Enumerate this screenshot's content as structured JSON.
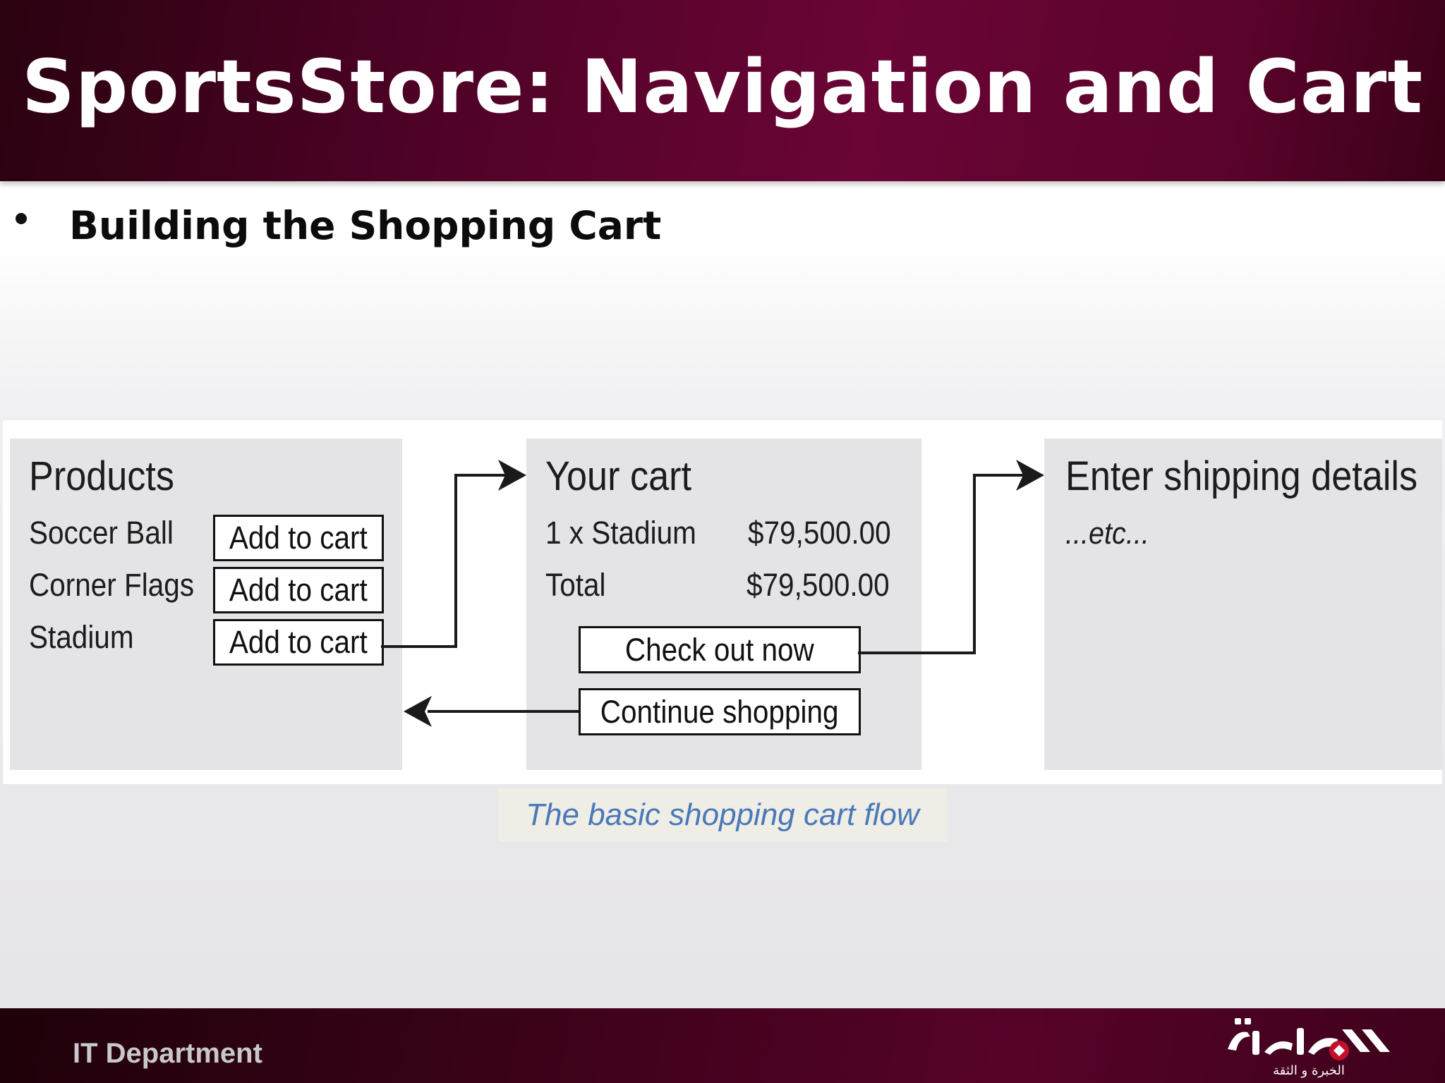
{
  "slide": {
    "title": "SportsStore: Navigation and Cart",
    "bullet": "Building the Shopping Cart"
  },
  "figure": {
    "products": {
      "heading": "Products",
      "items": [
        {
          "name": "Soccer Ball",
          "button": "Add to cart"
        },
        {
          "name": "Corner Flags",
          "button": "Add to cart"
        },
        {
          "name": "Stadium",
          "button": "Add to cart"
        }
      ]
    },
    "cart": {
      "heading": "Your cart",
      "line_item": {
        "label": "1 x Stadium",
        "amount": "$79,500.00"
      },
      "total": {
        "label": "Total",
        "amount": "$79,500.00"
      },
      "checkout_button": "Check out now",
      "continue_button": "Continue shopping"
    },
    "shipping": {
      "heading": "Enter shipping details",
      "body": "...etc..."
    },
    "caption": "The basic shopping cart flow"
  },
  "footer": {
    "department": "IT Department",
    "logo_text": "المتحدة",
    "logo_subtext": "الخبرة و الثقة"
  },
  "colors": {
    "header": "#5a032b",
    "caption_text": "#4a78b8",
    "panel": "#e4e3e6"
  }
}
